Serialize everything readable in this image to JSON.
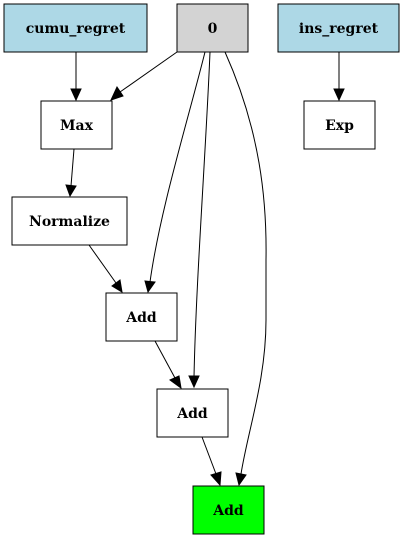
{
  "graph": {
    "nodes": [
      {
        "id": "cumu_regret",
        "label": "cumu_regret",
        "fill": "#add8e6"
      },
      {
        "id": "zero",
        "label": "0",
        "fill": "#d3d3d3"
      },
      {
        "id": "ins_regret",
        "label": "ins_regret",
        "fill": "#add8e6"
      },
      {
        "id": "max",
        "label": "Max",
        "fill": "#ffffff"
      },
      {
        "id": "exp",
        "label": "Exp",
        "fill": "#ffffff"
      },
      {
        "id": "normalize",
        "label": "Normalize",
        "fill": "#ffffff"
      },
      {
        "id": "add1",
        "label": "Add",
        "fill": "#ffffff"
      },
      {
        "id": "add2",
        "label": "Add",
        "fill": "#ffffff"
      },
      {
        "id": "add3",
        "label": "Add",
        "fill": "#00ff00"
      }
    ],
    "edges": [
      {
        "from": "cumu_regret",
        "to": "max"
      },
      {
        "from": "zero",
        "to": "max"
      },
      {
        "from": "ins_regret",
        "to": "exp"
      },
      {
        "from": "max",
        "to": "normalize"
      },
      {
        "from": "normalize",
        "to": "add1"
      },
      {
        "from": "zero",
        "to": "add1"
      },
      {
        "from": "add1",
        "to": "add2"
      },
      {
        "from": "zero",
        "to": "add2"
      },
      {
        "from": "add2",
        "to": "add3"
      },
      {
        "from": "zero",
        "to": "add3"
      }
    ]
  }
}
